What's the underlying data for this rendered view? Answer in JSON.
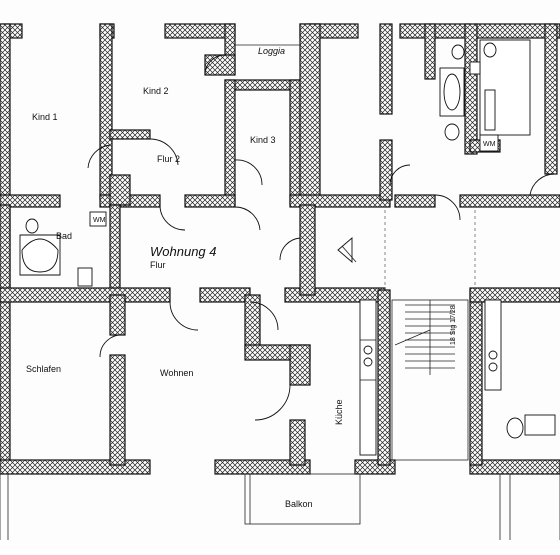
{
  "plan": {
    "apartment": "Wohnung 4",
    "rooms": {
      "kind1": "Kind 1",
      "kind2": "Kind 2",
      "kind3": "Kind 3",
      "loggia": "Loggia",
      "flur2": "Flur 2",
      "bad": "Bad",
      "flur": "Flur",
      "schlafen": "Schlafen",
      "wohnen": "Wohnen",
      "kueche": "Küche",
      "balkon": "Balkon"
    },
    "labels": {
      "wm_bad": "WM",
      "wm_right": "WM",
      "stairs": "18 Stg 17/28"
    }
  }
}
